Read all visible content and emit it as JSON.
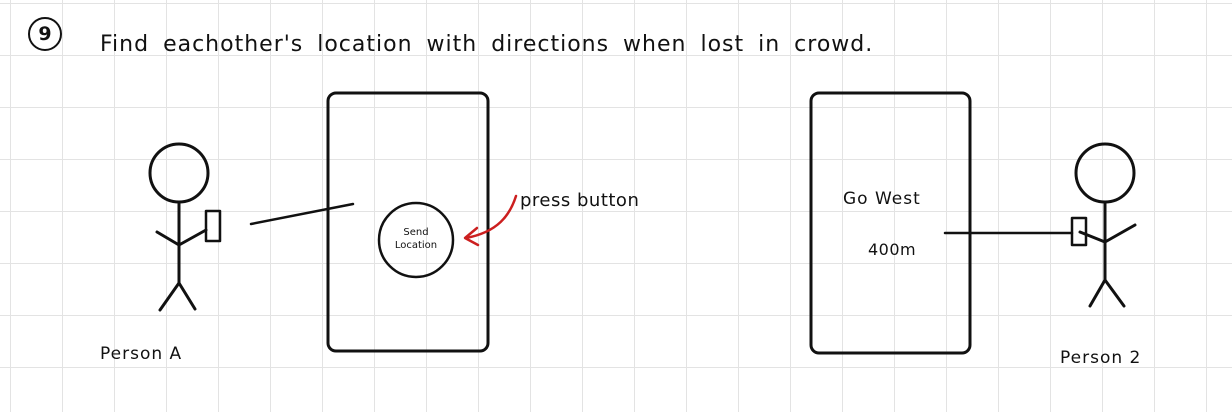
{
  "step_number": "9",
  "title": "Find eachother's location with directions when lost in crowd.",
  "person_a": {
    "label": "Person A"
  },
  "person_2": {
    "label": "Person 2"
  },
  "phone_a": {
    "button_line1": "Send",
    "button_line2": "Location"
  },
  "annotation": {
    "text": "press button",
    "color": "#cc1f1f"
  },
  "phone_b": {
    "direction": "Go West",
    "distance": "400m"
  }
}
